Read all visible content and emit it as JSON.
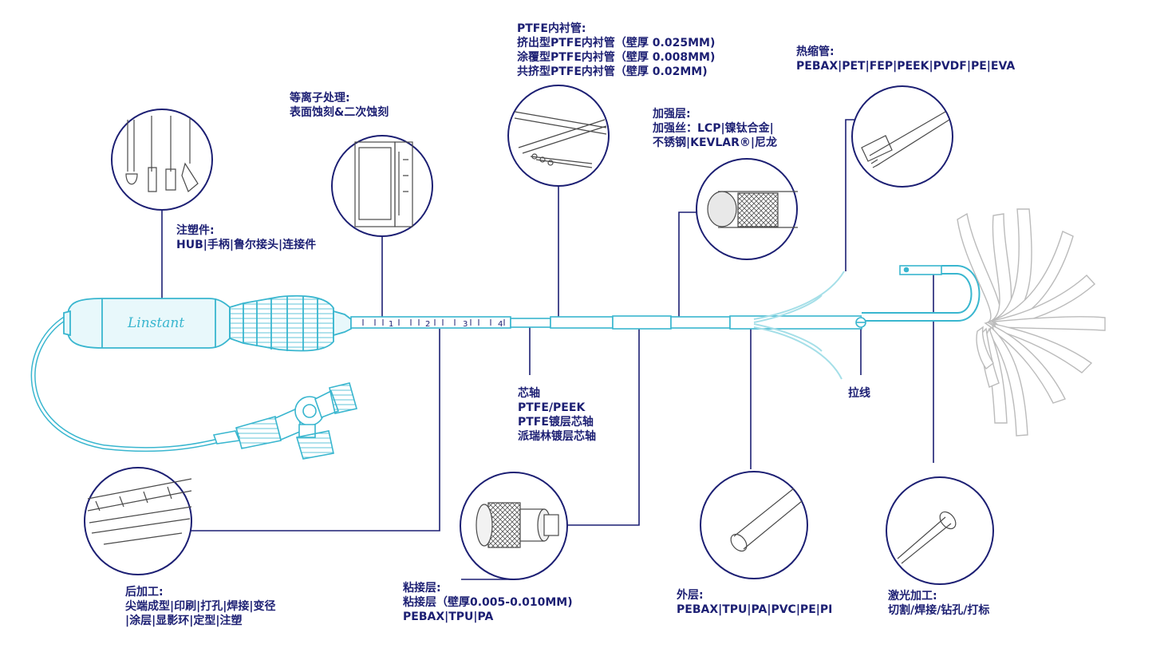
{
  "brand": "Linstant",
  "ruler_marks": [
    "1",
    "2",
    "3",
    "4"
  ],
  "callouts": {
    "injection": {
      "title": "注塑件:",
      "lines": [
        "HUB|手柄|鲁尔接头|连接件"
      ]
    },
    "plasma": {
      "title": "等离子处理:",
      "lines": [
        "表面蚀刻&二次蚀刻"
      ]
    },
    "ptfe_liner": {
      "title": "PTFE内衬管:",
      "lines": [
        "挤出型PTFE内衬管（壁厚 0.025MM)",
        "涂覆型PTFE内衬管（壁厚 0.008MM)",
        "共挤型PTFE内衬管（壁厚 0.02MM)"
      ]
    },
    "reinforce": {
      "title": "加强层:",
      "lines": [
        "加强丝：LCP|镍钛合金|",
        "不锈钢|KEVLAR®|尼龙"
      ]
    },
    "heat_shrink": {
      "title": "热缩管:",
      "lines": [
        "PEBAX|PET|FEP|PEEK|PVDF|PE|EVA"
      ]
    },
    "mandrel": {
      "title": "芯轴",
      "lines": [
        "PTFE/PEEK",
        "PTFE镀层芯轴",
        "派瑞林镀层芯轴"
      ]
    },
    "pull_wire": {
      "title": "拉线",
      "lines": []
    },
    "post_process": {
      "title": "后加工:",
      "lines": [
        "尖端成型|印刷|打孔|焊接|变径",
        "|涂层|显影环|定型|注塑"
      ]
    },
    "tie_layer": {
      "title": "粘接层:",
      "lines": [
        "粘接层（壁厚0.005-0.010MM)",
        "PEBAX|TPU|PA"
      ]
    },
    "outer_layer": {
      "title": "外层:",
      "lines": [
        "PEBAX|TPU|PA|PVC|PE|PI"
      ]
    },
    "laser": {
      "title": "激光加工:",
      "lines": [
        "切割/焊接/钻孔/打标"
      ]
    }
  },
  "colors": {
    "catheter": "#39b6cf",
    "catheter_fill": "#e8f8fb",
    "leader": "#1c1f73",
    "text": "#1c1f73",
    "sketch": "#4a4a4a"
  }
}
